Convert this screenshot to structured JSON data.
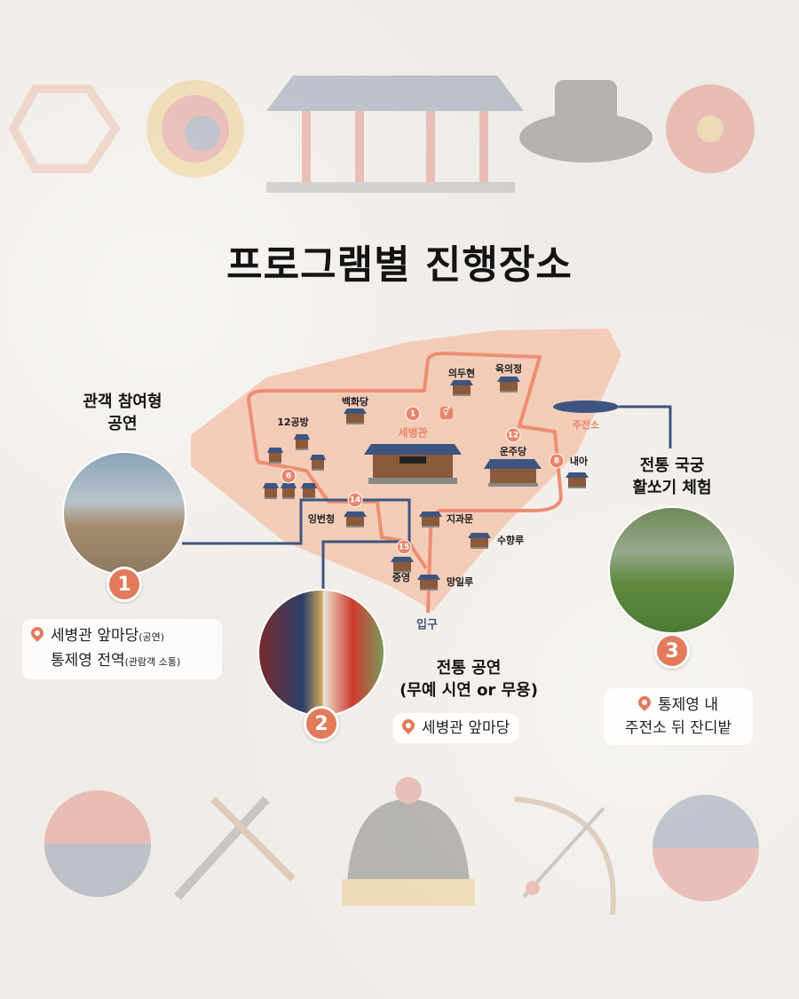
{
  "title": "프로그램별 진행장소",
  "colors": {
    "accent": "#e27a5c",
    "navy": "#3d5580",
    "map_fill": "#f3c8b3",
    "route": "#ec8d72"
  },
  "map": {
    "buildings": {
      "uiduhyeon": "의두현",
      "yukuijeong": "육의정",
      "baekhwadang": "백화당",
      "gongbang": "12공방",
      "sebyeonggwan": "세병관",
      "unjudang": "운주당",
      "naea": "내아",
      "ingbeoncheong": "잉번청",
      "jigwamun": "지과문",
      "suhyangru": "수향루",
      "jungyeong": "중영",
      "mangilru": "망일루",
      "jujeonso": "주전소",
      "entrance": "입구"
    },
    "badges": {
      "b1": "1",
      "b12": "12",
      "b8": "8",
      "b6": "6",
      "b14": "14",
      "b15": "15"
    },
    "restroom_icon": "restroom-icon"
  },
  "programs": [
    {
      "number": "1",
      "title_line1": "관객 참여형",
      "title_line2": "공연",
      "loc_line1": "세병관 앞마당",
      "loc_line1_note": "(공연)",
      "loc_line2": "통제영 전역",
      "loc_line2_note": "(관람객 소통)"
    },
    {
      "number": "2",
      "title_line1": "전통 공연",
      "title_line2": "(무예 시연 or 무용)",
      "loc_line1": "세병관 앞마당"
    },
    {
      "number": "3",
      "title_line1": "전통 국궁",
      "title_line2": "활쏘기 체험",
      "loc_line1": "통제영 내",
      "loc_line2": "주전소 뒤 잔디밭"
    }
  ]
}
